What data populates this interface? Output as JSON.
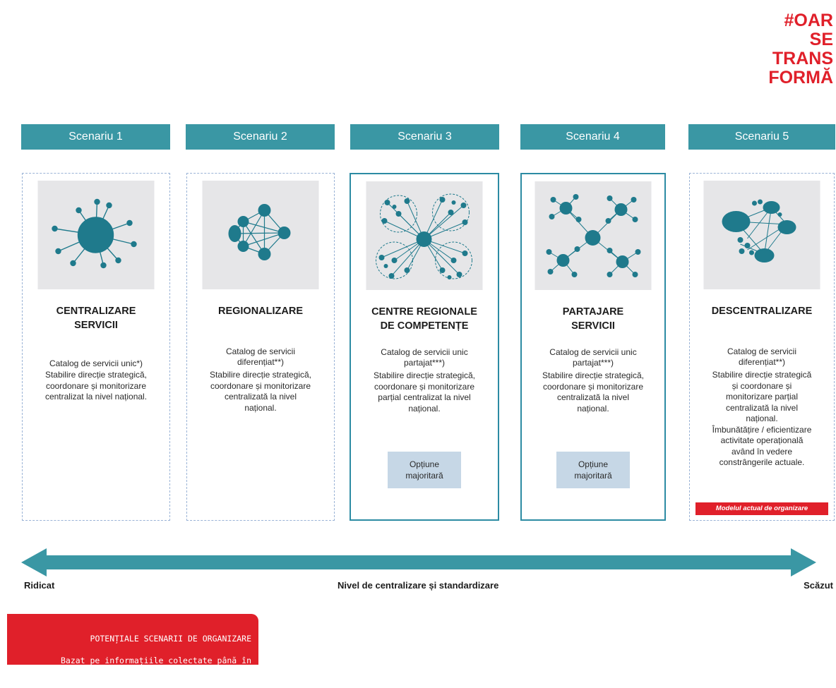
{
  "brand": {
    "lines": [
      "#OAR",
      "SE",
      "TRANS",
      "FORMĂ"
    ]
  },
  "colors": {
    "teal": "#3a97a4",
    "dark_teal": "#1f7a8c",
    "red": "#e0202a",
    "option_bg": "#c6d7e6"
  },
  "scenarios": [
    {
      "header": "Scenariu 1",
      "title": "CENTRALIZARE\nSERVICII",
      "catalog": "Catalog de servicii unic*)",
      "description": "Stabilire direcție strategică,\ncoordonare și monitorizare\ncentralizat la nivel național.",
      "icon": "single-hub-network-icon",
      "border": "dashed"
    },
    {
      "header": "Scenariu 2",
      "title": "REGIONALIZARE",
      "catalog": "Catalog de servicii\ndiferențiat**)",
      "description": "Stabilire direcție strategică,\ncoordonare și monitorizare\ncentralizată la nivel\nnațional.",
      "icon": "mesh-network-icon",
      "border": "dashed"
    },
    {
      "header": "Scenariu 3",
      "title": "CENTRE REGIONALE\nDE COMPETENȚE",
      "catalog": "Catalog de servicii unic\npartajat***)",
      "description": "Stabilire direcție strategică,\ncoordonare și monitorizare\nparțial centralizat la nivel\nnațional.",
      "option": "Opțiune\nmajoritară",
      "icon": "regional-clusters-network-icon",
      "border": "solid"
    },
    {
      "header": "Scenariu 4",
      "title": "PARTAJARE\nSERVICII",
      "catalog": "Catalog de servicii unic\npartajat***)",
      "description": "Stabilire direcție strategică,\ncoordonare și monitorizare\ncentralizată la nivel\nnațional.",
      "option": "Opțiune\nmajoritară",
      "icon": "shared-services-network-icon",
      "border": "solid"
    },
    {
      "header": "Scenariu 5",
      "title": "DESCENTRALIZARE",
      "catalog": "Catalog de servicii\ndiferențiat**)",
      "description": "Stabilire direcție strategică\nși coordonare și\nmonitorizare parțial\ncentralizată la nivel\nnațional.\nÎmbunătățire / eficientizare\nactivitate operațională\navând în vedere\nconstrângerile actuale.",
      "current_model": "Modelul actual de organizare",
      "icon": "decentralized-network-icon",
      "border": "dashed"
    }
  ],
  "axis": {
    "left": "Ridicat",
    "center": "Nivel de centralizare și standardizare",
    "right": "Scăzut"
  },
  "note": {
    "line1": "POTENȚIALE SCENARII DE ORGANIZARE",
    "line2": "Bazat pe informațiile colectate până în\nacest moment"
  }
}
